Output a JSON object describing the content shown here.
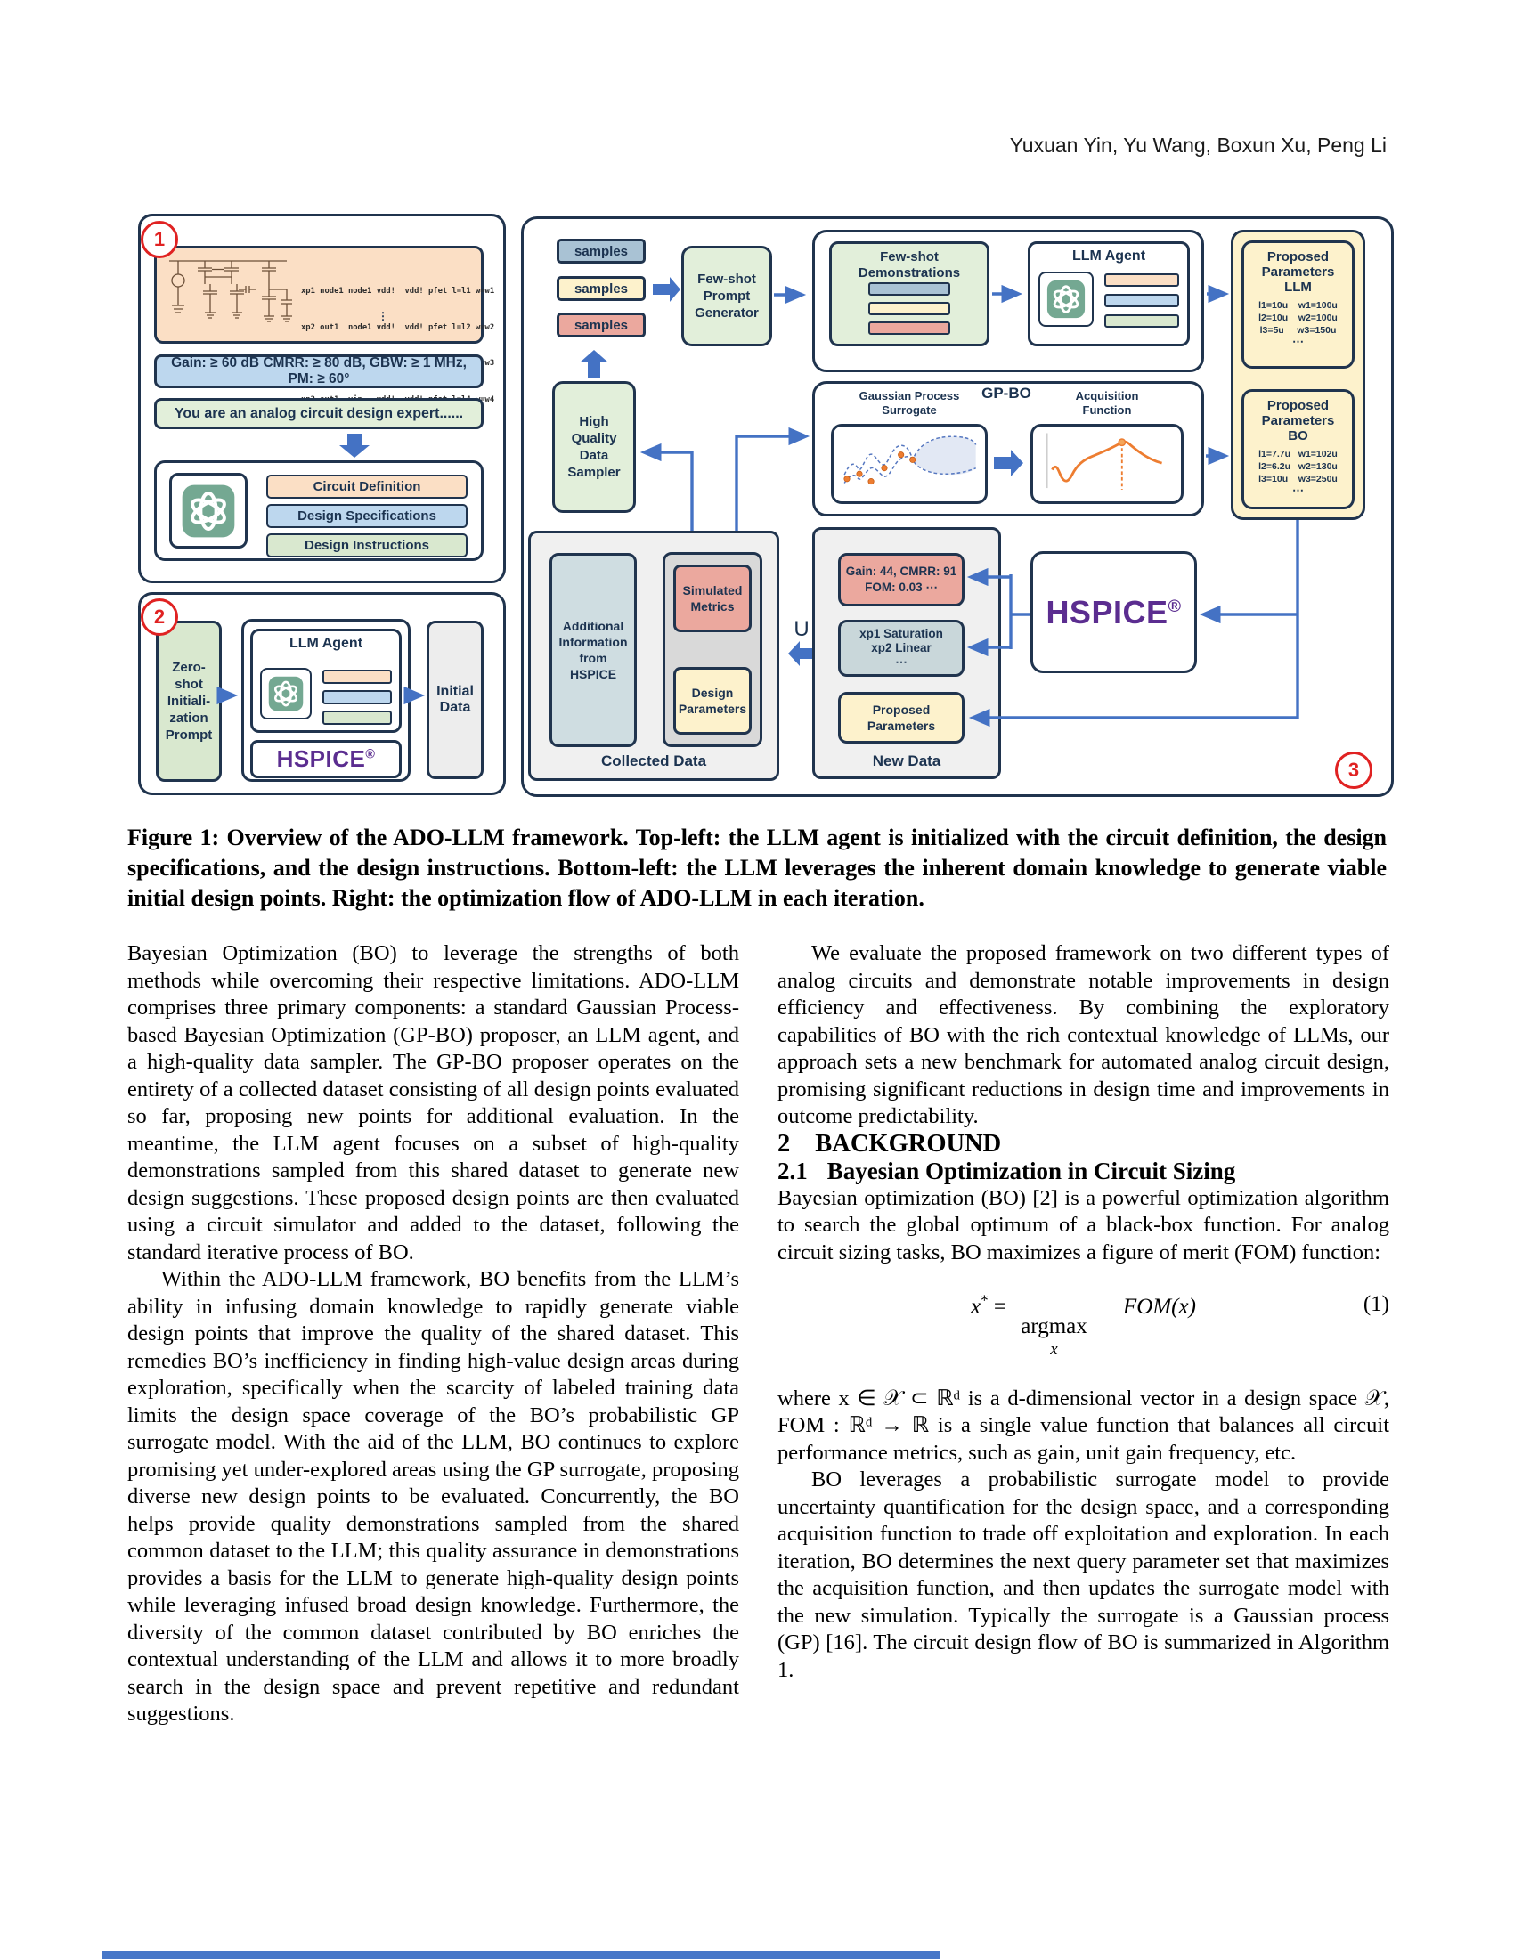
{
  "header": {
    "authors": "Yuxuan Yin, Yu Wang, Boxun Xu, Peng Li"
  },
  "figure": {
    "panel1": {
      "badge": "1",
      "netlist_lines": [
        "xp1 node1 node1 vdd!  vdd! pfet l=l1 w=w1",
        "xp2 out1  node1 vdd!  vdd! pfet l=l2 w=w2",
        "xn1 node1 vip   node2 0    nfet l=l1 w=w3",
        "xn2 out1  vin   vdd!  vdd! nfet l=l4 w=w4"
      ],
      "netlist_ellipsis": "⋮",
      "spec": "Gain: ≥ 60 dB CMRR: ≥ 80 dB, GBW: ≥ 1 MHz, PM: ≥ 60°",
      "expert_prompt": "You are an analog circuit design expert......",
      "bar_circuit_definition": "Circuit Definition",
      "bar_design_specifications": "Design Specifications",
      "bar_design_instructions": "Design Instructions"
    },
    "panel2": {
      "badge": "2",
      "zero_shot_prompt": "Zero-shot\nInitiali-\nzation\nPrompt",
      "llm_agent_title": "LLM Agent",
      "hspice": "HSPICE",
      "hspice_reg": "®",
      "initial_data": "Initial\nData"
    },
    "panel3": {
      "badge": "3",
      "samples": [
        "samples",
        "samples",
        "samples"
      ],
      "few_shot_prompt_generator": "Few-shot\nPrompt\nGenerator",
      "few_shot_demonstrations": "Few-shot\nDemonstrations",
      "llm_agent_title": "LLM Agent",
      "gp_bo_label": "GP-BO",
      "gaussian_process_surrogate": "Gaussian Process\nSurrogate",
      "acquisition_function": "Acquisition\nFunction",
      "proposed_parameters_llm": {
        "title": "Proposed\nParameters\nLLM",
        "params": "l1=10u    w1=100u\nl2=10u    w2=100u\nl3=5u     w3=150u",
        "ellipsis": "⋯"
      },
      "proposed_parameters_bo": {
        "title": "Proposed\nParameters\nBO",
        "params": "l1=7.7u   w1=102u\nl2=6.2u   w2=130u\nl3=10u    w3=250u",
        "ellipsis": "⋯"
      },
      "high_quality_data_sampler": "High\nQuality\nData\nSampler",
      "additional_information": "Additional\nInformation\nfrom\nHSPICE",
      "simulated_metrics": "Simulated\nMetrics",
      "design_parameters": "Design\nParameters",
      "collected_data_label": "Collected Data",
      "union_symbol": "U",
      "new_data": {
        "metrics": "Gain: 44, CMRR: 91\nFOM: 0.03  ⋯",
        "regions": "xp1   Saturation\nxp2   Linear\n⋯",
        "proposed": "Proposed\nParameters",
        "label": "New Data"
      },
      "hspice": "HSPICE",
      "hspice_reg": "®"
    }
  },
  "caption": "Figure 1: Overview of the ADO-LLM framework. Top-left: the LLM agent is initialized with the circuit definition, the design specifications, and the design instructions. Bottom-left: the LLM leverages the inherent domain knowledge to generate viable initial design points. Right: the optimization flow of ADO-LLM in each iteration.",
  "body": {
    "left": {
      "p1": "Bayesian Optimization (BO) to leverage the strengths of both methods while overcoming their respective limitations. ADO-LLM comprises three primary components: a standard Gaussian Process-based Bayesian Optimization (GP-BO) proposer, an LLM agent, and a high-quality data sampler. The GP-BO proposer operates on the entirety of a collected dataset consisting of all design points evaluated so far, proposing new points for additional evaluation. In the meantime, the LLM agent focuses on a subset of high-quality demonstrations sampled from this shared dataset to generate new design suggestions. These proposed design points are then evaluated using a circuit simulator and added to the dataset, following the standard iterative process of BO.",
      "p2": "Within the ADO-LLM framework, BO benefits from the LLM’s ability in infusing domain knowledge to rapidly generate viable design points that improve the quality of the shared dataset. This remedies BO’s inefficiency in finding high-value design areas during exploration, specifically when the scarcity of labeled training data limits the design space coverage of the BO’s probabilistic GP surrogate model. With the aid of the LLM, BO continues to explore promising yet under-explored areas using the GP surrogate, proposing diverse new design points to be evaluated. Concurrently, the BO helps provide quality demonstrations sampled from the shared common dataset to the LLM; this quality assurance in demonstrations provides a basis for the LLM to generate high-quality design points while leveraging infused broad design knowledge. Furthermore, the diversity of the common dataset contributed by BO enriches the contextual understanding of the LLM and allows it to more broadly search in the design space and prevent repetitive and redundant suggestions."
    },
    "right": {
      "p1": "We evaluate the proposed framework on two different types of analog circuits and demonstrate notable improvements in design efficiency and effectiveness. By combining the exploratory capabilities of BO with the rich contextual knowledge of LLMs, our approach sets a new benchmark for automated analog circuit design, promising significant reductions in design time and improvements in outcome predictability.",
      "section_number": "2",
      "section_title": "BACKGROUND",
      "subsection_number": "2.1",
      "subsection_title": "Bayesian Optimization in Circuit Sizing",
      "p2": "Bayesian optimization (BO) [2] is a powerful optimization algorithm to search the global optimum of a black-box function. For analog circuit sizing tasks, BO maximizes a figure of merit (FOM) function:",
      "equation": {
        "x": "x",
        "star": "*",
        "equals": "=",
        "argmax": "argmax",
        "sub": "x",
        "fom": "FOM(x)",
        "number": "(1)"
      },
      "p3": "where x ∈ 𝒳 ⊂ ℝᵈ is a d-dimensional vector in a design space 𝒳, FOM : ℝᵈ → ℝ is a single value function that balances all circuit performance metrics, such as gain, unit gain frequency, etc.",
      "p4": "BO leverages a probabilistic surrogate model to provide uncertainty quantification for the design space, and a corresponding acquisition function to trade off exploitation and exploration. In each iteration, BO determines the next query parameter set that maximizes the acquisition function, and then updates the surrogate model with the new simulation. Typically the surrogate is a Gaussian process (GP) [16]. The circuit design flow of BO is summarized in Algorithm 1."
    }
  }
}
